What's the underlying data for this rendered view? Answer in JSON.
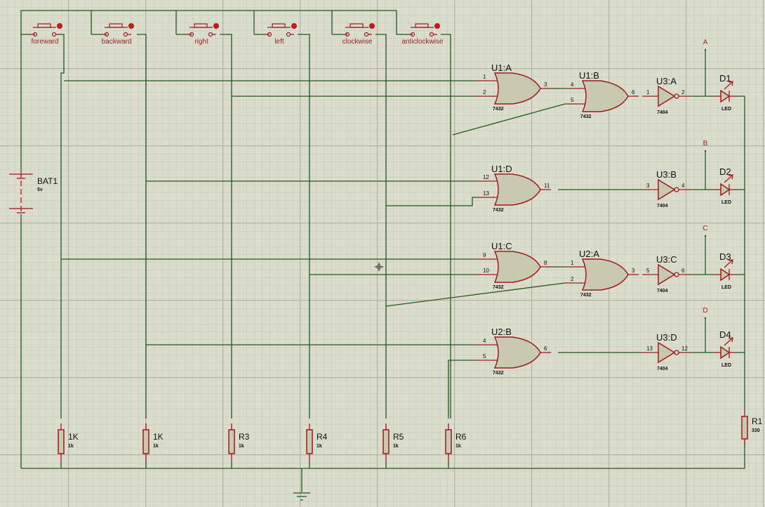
{
  "app": {
    "type": "Schematic capture editor (circuit design canvas)"
  },
  "colors": {
    "background": "#dcdccc",
    "grid_minor": "#c8c8b8",
    "grid_major": "#b4b4a4",
    "wire": "#1f5a1f",
    "component": "#9b1c1c",
    "component_fill": "#c9c9b1"
  },
  "switches": [
    {
      "label": "foreward"
    },
    {
      "label": "backward"
    },
    {
      "label": "right"
    },
    {
      "label": "left"
    },
    {
      "label": "clockwise"
    },
    {
      "label": "anticlockwise"
    }
  ],
  "battery": {
    "ref": "BAT1",
    "value": "5v"
  },
  "pulldown_resistors": [
    {
      "ref": "1K",
      "value": "1k"
    },
    {
      "ref": "1K",
      "value": "1k"
    },
    {
      "ref": "R3",
      "value": "1k"
    },
    {
      "ref": "R4",
      "value": "1k"
    },
    {
      "ref": "R5",
      "value": "1k"
    },
    {
      "ref": "R6",
      "value": "1k"
    }
  ],
  "led_resistor": {
    "ref": "R1",
    "value": "330"
  },
  "gates": {
    "u1a": {
      "ref": "U1:A",
      "part": "7432",
      "pins": [
        "1",
        "2",
        "3"
      ]
    },
    "u1b": {
      "ref": "U1:B",
      "part": "7432",
      "pins": [
        "4",
        "5",
        "6"
      ]
    },
    "u1d": {
      "ref": "U1:D",
      "part": "7432",
      "pins": [
        "12",
        "13",
        "11"
      ]
    },
    "u1c": {
      "ref": "U1:C",
      "part": "7432",
      "pins": [
        "9",
        "10",
        "8"
      ]
    },
    "u2a": {
      "ref": "U2:A",
      "part": "7432",
      "pins": [
        "1",
        "2",
        "3"
      ]
    },
    "u2b": {
      "ref": "U2:B",
      "part": "7432",
      "pins": [
        "4",
        "5",
        "6"
      ]
    }
  },
  "inverters": {
    "u3a": {
      "ref": "U3:A",
      "part": "7404",
      "pins": [
        "1",
        "2"
      ]
    },
    "u3b": {
      "ref": "U3:B",
      "part": "7404",
      "pins": [
        "3",
        "4"
      ]
    },
    "u3c": {
      "ref": "U3:C",
      "part": "7404",
      "pins": [
        "5",
        "6"
      ]
    },
    "u3d": {
      "ref": "U3:D",
      "part": "7404",
      "pins": [
        "13",
        "12"
      ]
    }
  },
  "leds": [
    {
      "ref": "D1",
      "part": "LED",
      "probe": "A"
    },
    {
      "ref": "D2",
      "part": "LED",
      "probe": "B"
    },
    {
      "ref": "D3",
      "part": "LED",
      "probe": "C"
    },
    {
      "ref": "D4",
      "part": "LED",
      "probe": "D"
    }
  ]
}
